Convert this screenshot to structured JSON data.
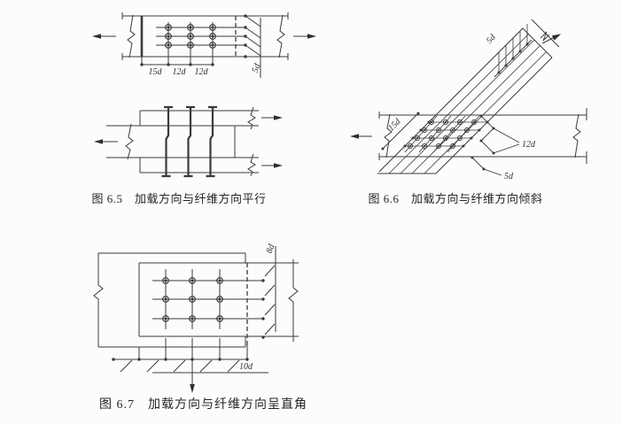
{
  "page": {
    "background": "#fcfcfa",
    "ink": "#3a3a3a"
  },
  "fig65": {
    "caption": "图 6.5　加载方向与纤维方向平行",
    "labels": {
      "s1": "15d",
      "s2": "12d",
      "s3": "12d",
      "end": "5d"
    }
  },
  "fig66": {
    "caption": "图 6.6　加载方向与纤维方向倾斜",
    "labels": {
      "end": "15d",
      "endPitch": "5d",
      "pitch": "12d",
      "edge": "5d"
    }
  },
  "fig67": {
    "caption": "图 6.7　加载方向与纤维方向呈直角",
    "labels": {
      "edge": "8d",
      "pitch": "10d"
    }
  }
}
